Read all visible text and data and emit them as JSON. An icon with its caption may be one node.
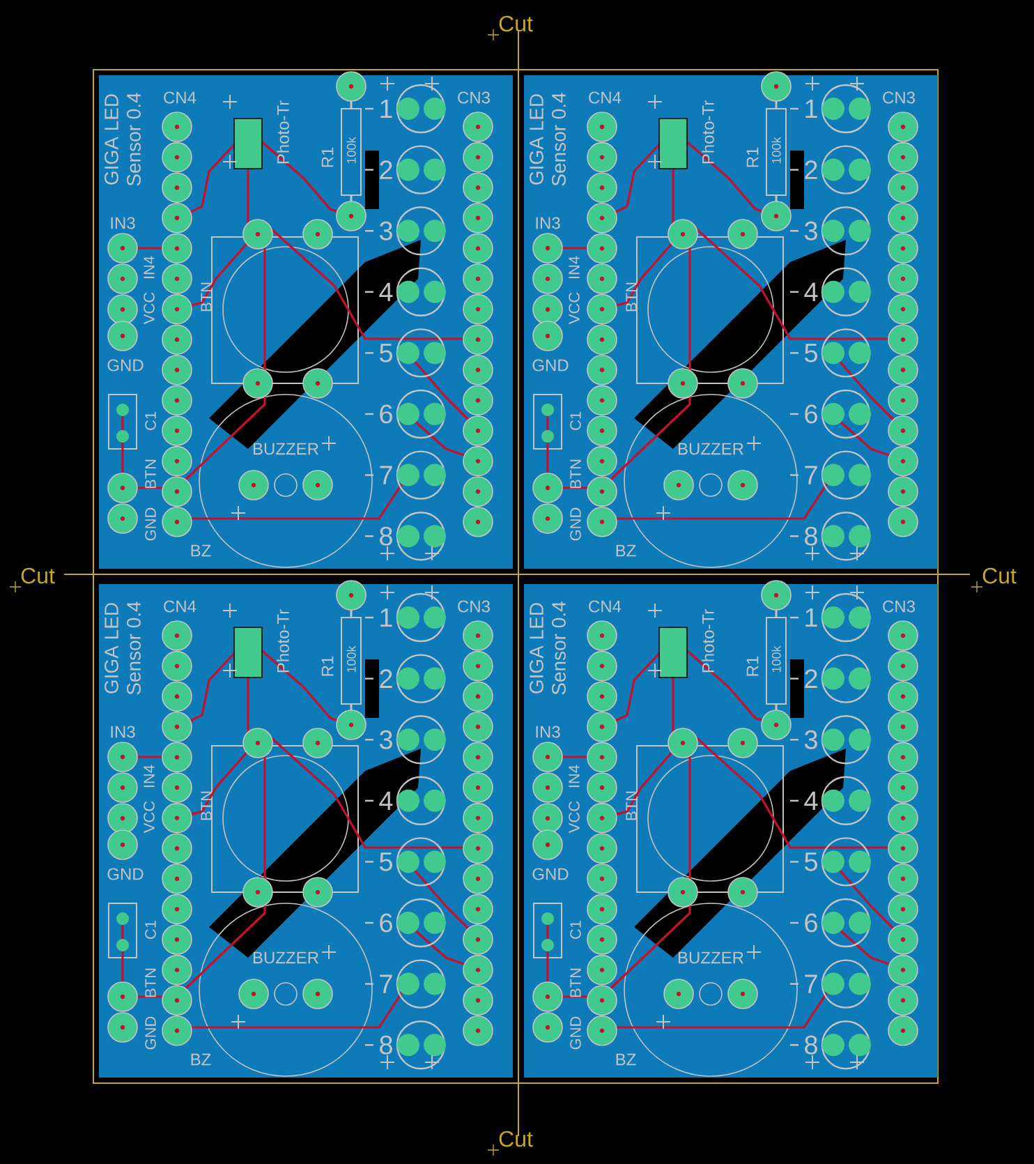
{
  "diagram": {
    "labels": [
      "Cut",
      "Cut",
      "Cut",
      "Cut",
      "GIGA LED",
      "Sensor 0.4",
      "CN4",
      "Photo-Tr",
      "R1",
      "100k",
      "CN3",
      "IN3",
      "IN4",
      "VCC",
      "BTN",
      "GND",
      "C1",
      "BTN",
      "GND",
      "BUZZER",
      "BZ",
      "1",
      "2",
      "3",
      "4",
      "5",
      "6",
      "7",
      "8",
      "GIGA LED",
      "Sensor 0.4",
      "CN4",
      "Photo-Tr",
      "R1",
      "100k",
      "CN3",
      "IN3",
      "IN4",
      "VCC",
      "BTN",
      "GND",
      "C1",
      "BTN",
      "GND",
      "BUZZER",
      "BZ",
      "1",
      "2",
      "3",
      "4",
      "5",
      "6",
      "7",
      "8",
      "GIGA LED",
      "Sensor 0.4",
      "CN4",
      "Photo-Tr",
      "R1",
      "100k",
      "CN3",
      "IN3",
      "IN4",
      "VCC",
      "BTN",
      "GND",
      "C1",
      "BTN",
      "GND",
      "BUZZER",
      "BZ",
      "1",
      "2",
      "3",
      "4",
      "5",
      "6",
      "7",
      "8",
      "GIGA LED",
      "Sensor 0.4",
      "CN4",
      "Photo-Tr",
      "R1",
      "100k",
      "CN3",
      "IN3",
      "IN4",
      "VCC",
      "BTN",
      "GND",
      "C1",
      "BTN",
      "GND",
      "BUZZER",
      "BZ",
      "1",
      "2",
      "3",
      "4",
      "5",
      "6",
      "7",
      "8"
    ]
  }
}
